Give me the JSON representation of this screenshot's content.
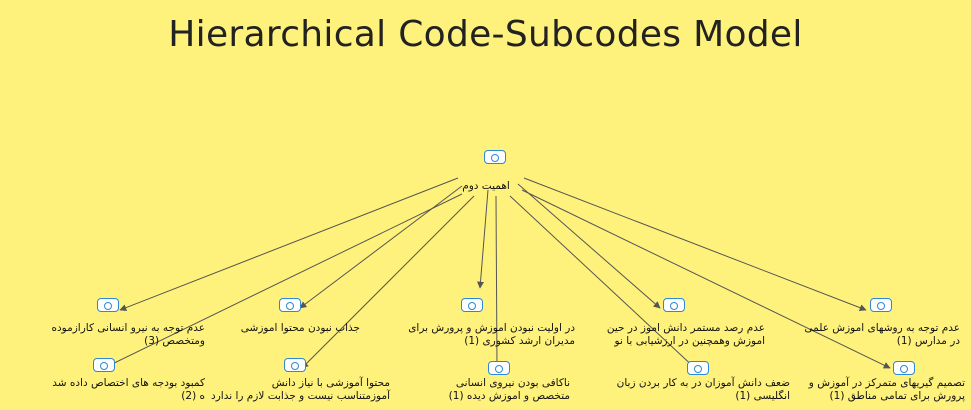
{
  "title": "Hierarchical Code-Subcodes Model",
  "colors": {
    "background": "#fff27c",
    "icon": "#2b89d6",
    "edge": "#555555"
  },
  "root": {
    "label": "اهمیت دوم"
  },
  "subcodes": [
    {
      "lines": [
        "عدم توجه به نیرو انسانی کارازموده",
        "ومتخصص (3)"
      ]
    },
    {
      "lines": [
        "جذاب نبودن محتوا اموزشی"
      ]
    },
    {
      "lines": [
        "در اولیت نبودن اموزش و پرورش برای",
        "مدیران ارشد کشوری (1)"
      ]
    },
    {
      "lines": [
        "عدم رصد مستمر دانش اموز در حین",
        "اموزش وهمچنین در ارزشیابی با نو"
      ]
    },
    {
      "lines": [
        "عدم توجه به روشهای اموزش علمی",
        "در مدارس (1)"
      ]
    },
    {
      "lines": [
        "کمبود بودجه های اختصاص داده شد",
        "ه (2)"
      ]
    },
    {
      "lines": [
        "محتوا آموزشی با نیاز دانش",
        "آموزمتناسب نیست و جذابت لازم را ندارد"
      ]
    },
    {
      "lines": [
        "ناکافی بودن نیروی انسانی",
        "متخصص و اموزش دیده (1)"
      ]
    },
    {
      "lines": [
        "ضعف دانش آموزان در به کار بردن زبان",
        "انگلیسی (1)"
      ]
    },
    {
      "lines": [
        "تصمیم گیریهای متمرکز در آموزش و",
        "پرورش برای تمامی مناطق (1)"
      ]
    }
  ]
}
